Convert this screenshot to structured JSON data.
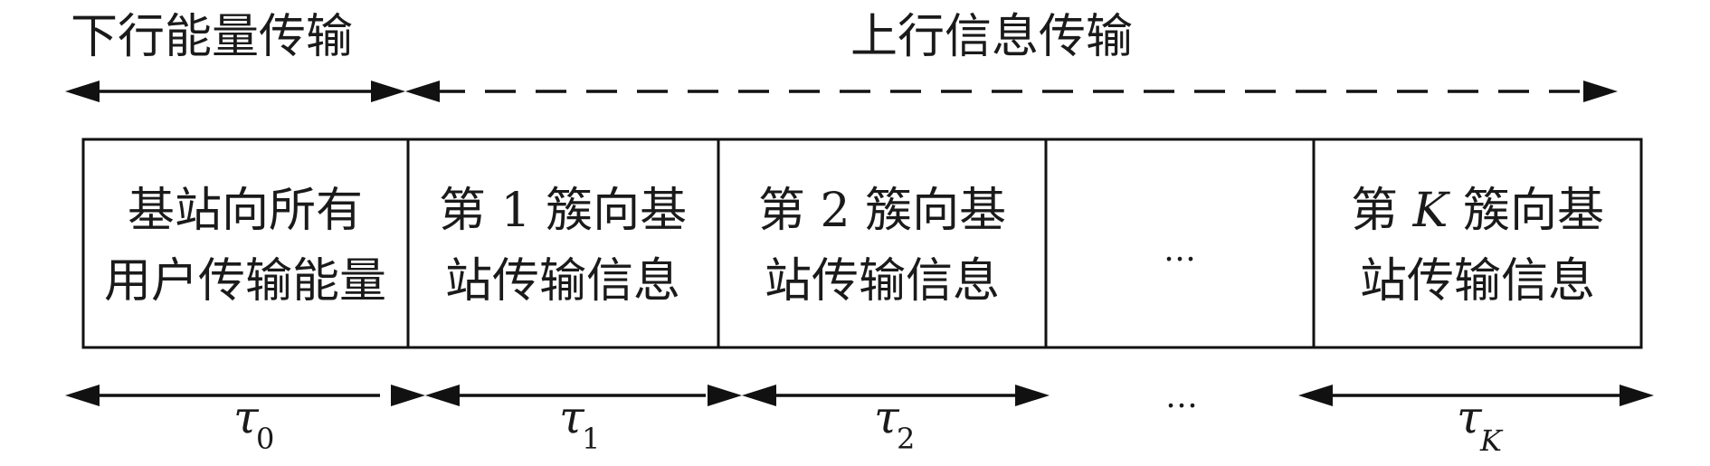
{
  "header": {
    "downlink": "下行能量传输",
    "uplink": "上行信息传输"
  },
  "blocks": [
    {
      "line1": "基站向所有",
      "line2": "用户传输能量"
    },
    {
      "line1": "第 1 簇向基",
      "line2": "站传输信息"
    },
    {
      "line1": "第 2 簇向基",
      "line2": "站传输信息"
    },
    {
      "line1": "…",
      "line2": ""
    },
    {
      "line1a": "第 ",
      "line1var": "K",
      "line1b": " 簇向基",
      "line2": "站传输信息"
    }
  ],
  "durations": [
    {
      "symbol": "τ",
      "sub": "0"
    },
    {
      "symbol": "τ",
      "sub": "1"
    },
    {
      "symbol": "τ",
      "sub": "2"
    },
    {
      "dots": "…"
    },
    {
      "symbol": "τ",
      "sub": "K"
    }
  ]
}
